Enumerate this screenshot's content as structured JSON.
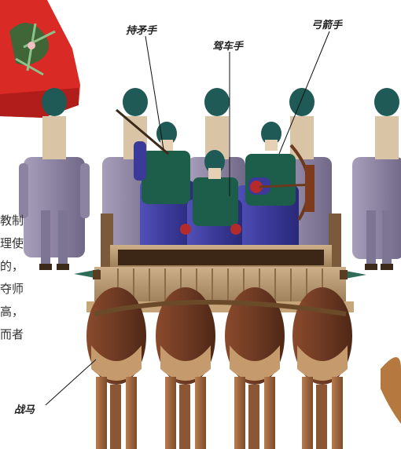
{
  "labels": {
    "spearman": "持矛手",
    "driver": "驾车手",
    "archer": "弓箭手",
    "warhorse": "战马"
  },
  "side_text": [
    "教制",
    "理使",
    "的，",
    "夺师",
    "高，",
    "而者"
  ],
  "colors": {
    "tunic_gray": "#8c83a1",
    "helmet_teal": "#1f5a56",
    "armor_green": "#1c5e4a",
    "robe_blue": "#3b3a99",
    "chariot_wood": "#b89a72",
    "horse_brown": "#6e3a23",
    "ornament_red": "#d92a25"
  }
}
